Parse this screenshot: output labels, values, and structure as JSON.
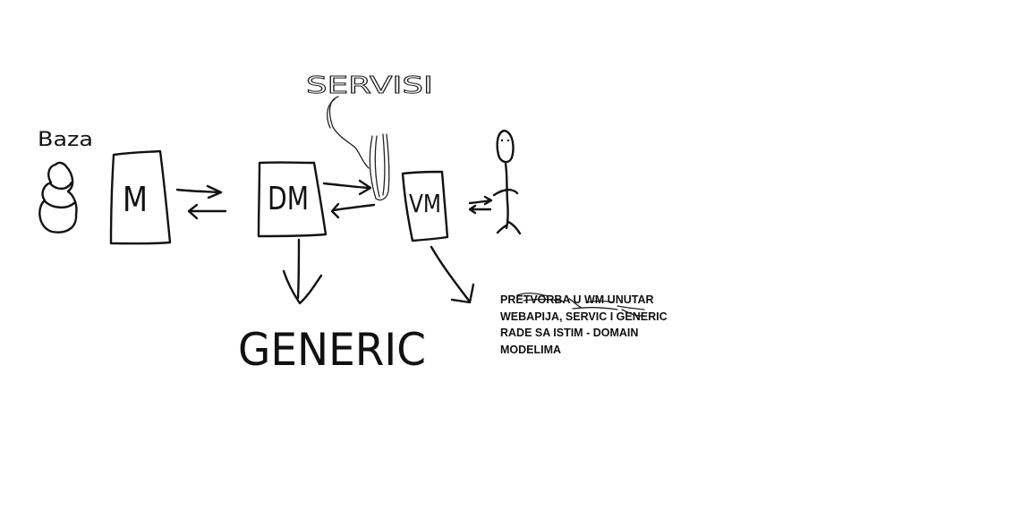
{
  "labels": {
    "db_label": "Baza",
    "servisi_label": "SERVISI",
    "model_box": "M",
    "domain_model_box": "DM",
    "view_model_box": "VM",
    "generic_label": "GENERIC"
  },
  "note": "PRETVORBA U WM UNUTAR WEBAPIJA, SERVIC I GENERIC RADE SA ISTIM - DOMAIN MODELIMA",
  "colors": {
    "ink": "#111111",
    "background": "#ffffff"
  }
}
